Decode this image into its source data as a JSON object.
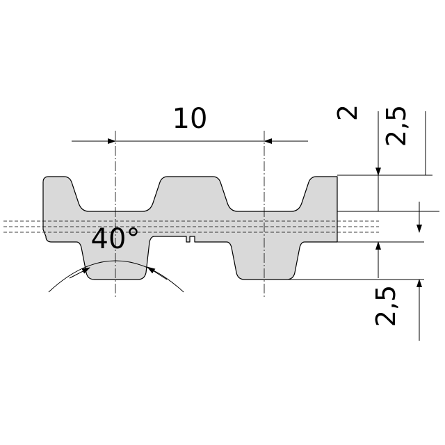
{
  "diagram": {
    "pitch_label": "10",
    "angle_label": "40°",
    "upper_tooth_label": "2",
    "upper_total_label": "2,5",
    "lower_tooth_label": "2,5"
  },
  "colors": {
    "belt_fill": "#d9d9d9",
    "line": "#000000"
  }
}
